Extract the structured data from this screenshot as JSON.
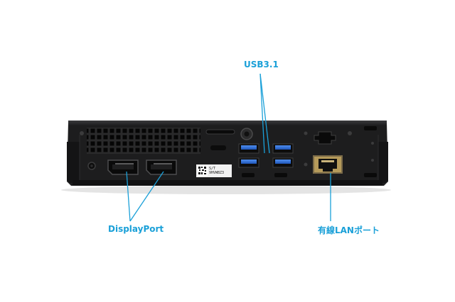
{
  "callouts": {
    "usb": "USB3.1",
    "displayport": "DisplayPort",
    "lan": "有線LANポート"
  },
  "sticker": {
    "line1": "S/T",
    "line2": "9HVWBZ3"
  },
  "colors": {
    "accent": "#1aa0d8",
    "usb_blue": "#2f6fd1",
    "chassis": "#1b1b1c",
    "background": "#ffffff"
  },
  "icons": [
    "usb-port-icon",
    "displayport-icon",
    "ethernet-port-icon",
    "power-connector-icon",
    "kensington-lock-icon"
  ]
}
